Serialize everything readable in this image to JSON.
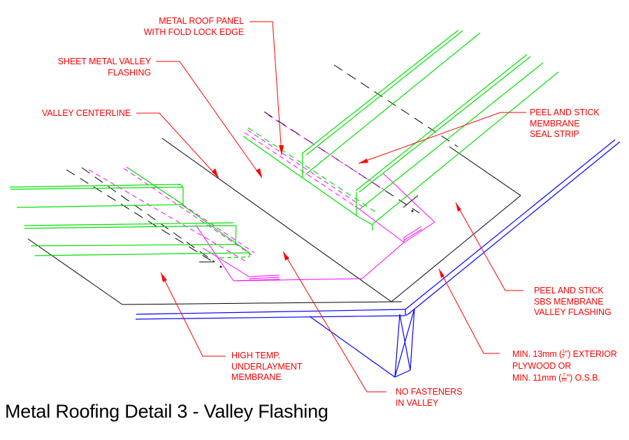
{
  "title": "Metal Roofing Detail 3 - Valley Flashing",
  "colors": {
    "annotation": "#ff0000",
    "panel": "#00e000",
    "membrane": "#ff00ff",
    "deck": "#0000ff",
    "outline": "#000000"
  },
  "labels": {
    "metal_roof_panel": [
      "METAL ROOF PANEL",
      "WITH FOLD LOCK EDGE"
    ],
    "sheet_metal_flashing": [
      "SHEET METAL VALLEY",
      "FLASHING"
    ],
    "valley_centerline": [
      "VALLEY CENTERLINE"
    ],
    "seal_strip": [
      "PEEL AND STICK",
      "MEMBRANE",
      "SEAL STRIP"
    ],
    "sbs_membrane": [
      "PEEL AND STICK",
      "SBS MEMBRANE",
      "VALLEY FLASHING"
    ],
    "sheathing": {
      "line1_pre": "MIN. 13mm (",
      "line1_num": "1",
      "line1_den": "2",
      "line1_post": "\") EXTERIOR",
      "line2": "PLYWOOD OR",
      "line3_pre": "MIN. 11mm (",
      "line3_num": "7",
      "line3_den": "16",
      "line3_post": "\") O.S.B."
    },
    "underlayment": [
      "HIGH TEMP.",
      "UNDERLAYMENT",
      "MEMBRANE"
    ],
    "no_fasteners": [
      "NO FASTENERS",
      "IN VALLEY"
    ]
  }
}
